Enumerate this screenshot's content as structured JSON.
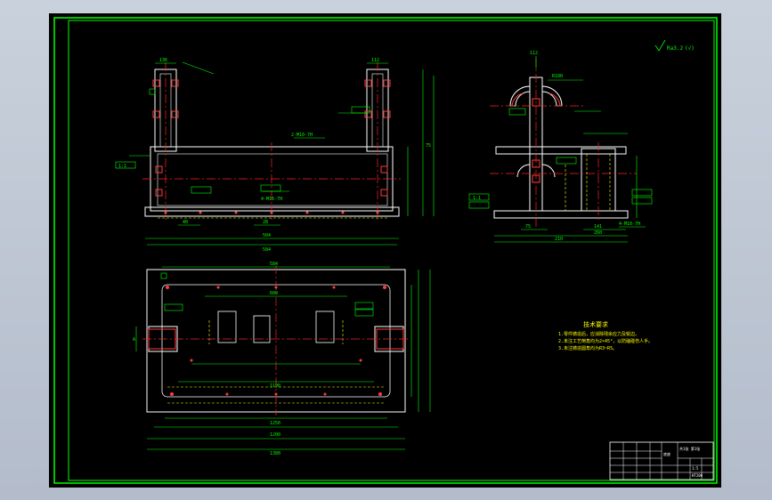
{
  "colors": {
    "background": "#000000",
    "border": "#00ff00",
    "line": "#ffffff",
    "dimension": "#00ff00",
    "centerline": "#ff2020",
    "hidden": "#ffff00",
    "section": "#ff3c3c",
    "note": "#ffff00",
    "viewport": "#c0c8d4"
  },
  "views": {
    "front": {
      "dims": [
        "136",
        "112",
        "40",
        "28",
        "504",
        "584",
        "75",
        "1:1",
        "2-M10-7H",
        "4-M16-7H"
      ]
    },
    "side": {
      "dims": [
        "R100",
        "112",
        "1:1",
        "75",
        "141",
        "260",
        "210",
        "4-M10-7H"
      ]
    },
    "plan": {
      "dims": [
        "584",
        "600",
        "1190",
        "1250",
        "1380",
        "1200",
        "A"
      ]
    }
  },
  "roughness_symbol": "Ra3.2",
  "tech_requirements": {
    "title": "技术要求",
    "lines": [
      "1.零件铸造后，应消除残余应力及锐边。",
      "2.未注工艺倒角均为2×45°，以防磕碰伤人手。",
      "3.未注铸造圆角均为R3~R5。"
    ]
  },
  "title_block": {
    "part_name": "底座",
    "material": "HT200",
    "scale": "1:5",
    "sheet": "共1张 第1张"
  }
}
